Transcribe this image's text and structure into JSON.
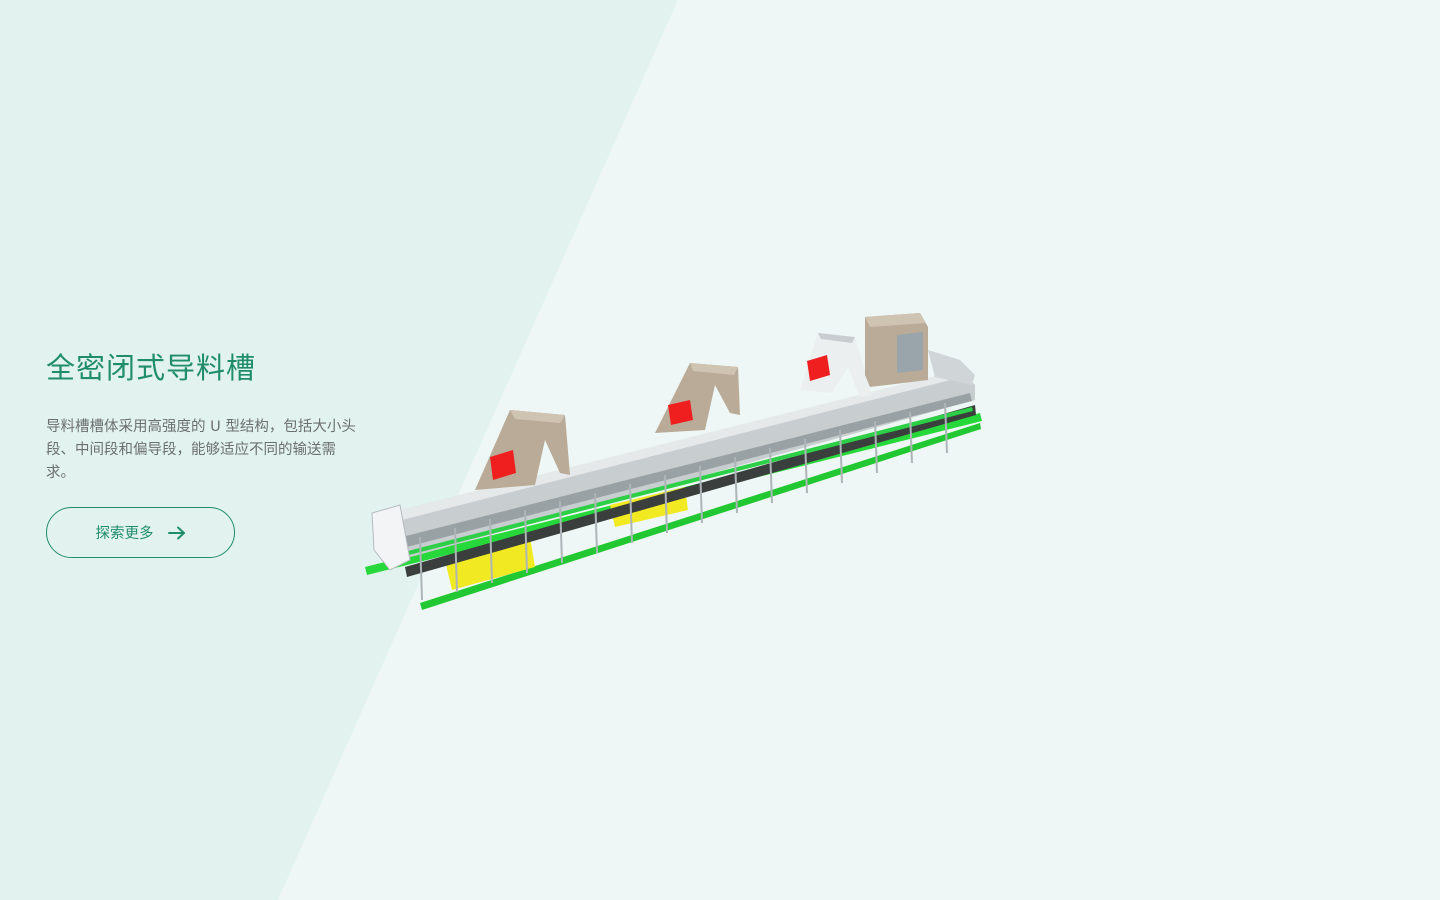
{
  "hero": {
    "title": "全密闭式导料槽",
    "description": "导料槽槽体采用高强度的 U 型结构，包括大小头段、中间段和偏导段，能够适应不同的输送需求。",
    "cta_label": "探索更多",
    "cta_icon": "arrow-right-icon"
  },
  "colors": {
    "accent": "#1f8c6a",
    "background": "#eef7f5",
    "background_panel": "#e2f3ef"
  },
  "product_image": {
    "icon": "conveyor-skirtboard-image"
  }
}
